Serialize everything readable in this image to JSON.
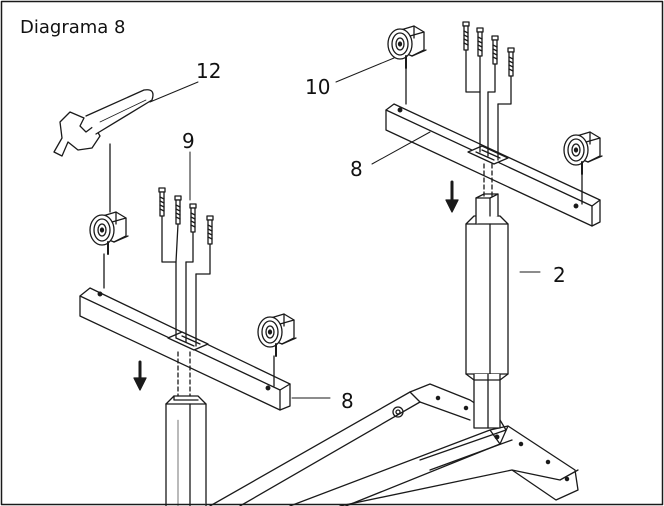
{
  "diagram": {
    "title": "Diagrama 8",
    "callouts": {
      "wrench": "12",
      "bolts": "9",
      "caster": "10",
      "crossbar_right": "8",
      "crossbar_left": "8",
      "leg": "2"
    },
    "stroke_color": "#1a1a1a",
    "parts": [
      "wrench-icon",
      "caster-wheel-icon",
      "bolt-icon",
      "crossbar-foot",
      "leg-column",
      "base-frame"
    ]
  }
}
